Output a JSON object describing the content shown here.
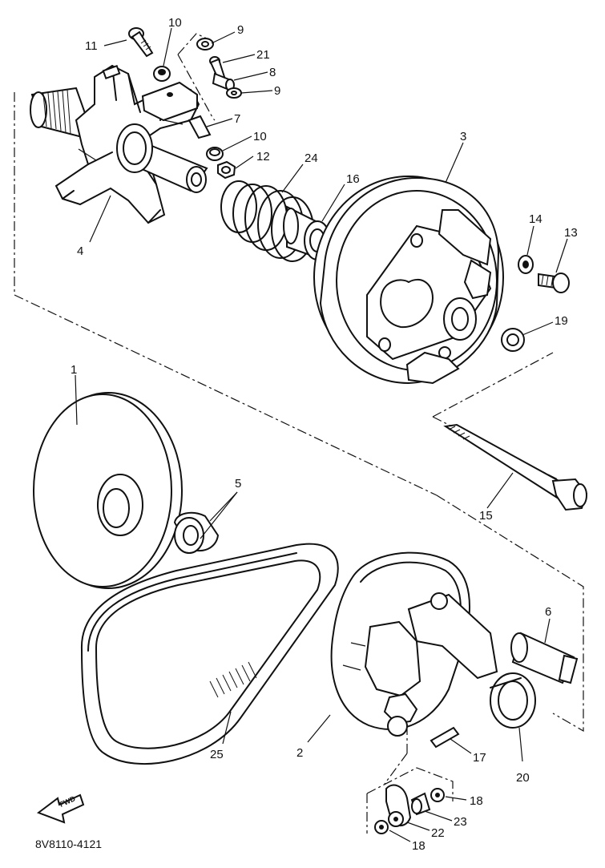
{
  "callouts": {
    "c1": "1",
    "c2": "2",
    "c3": "3",
    "c4": "4",
    "c5": "5",
    "c6": "6",
    "c7": "7",
    "c8": "8",
    "c9a": "9",
    "c9b": "9",
    "c10a": "10",
    "c10b": "10",
    "c11": "11",
    "c12": "12",
    "c13": "13",
    "c14": "14",
    "c15": "15",
    "c16": "16",
    "c17": "17",
    "c18a": "18",
    "c18b": "18",
    "c19": "19",
    "c20": "20",
    "c21": "21",
    "c22": "22",
    "c23": "23",
    "c24": "24",
    "c25": "25"
  },
  "figure_code": "8V8110-4121",
  "fwd_label": "FWD",
  "icons": {
    "forward_arrow": "arrow-icon"
  }
}
